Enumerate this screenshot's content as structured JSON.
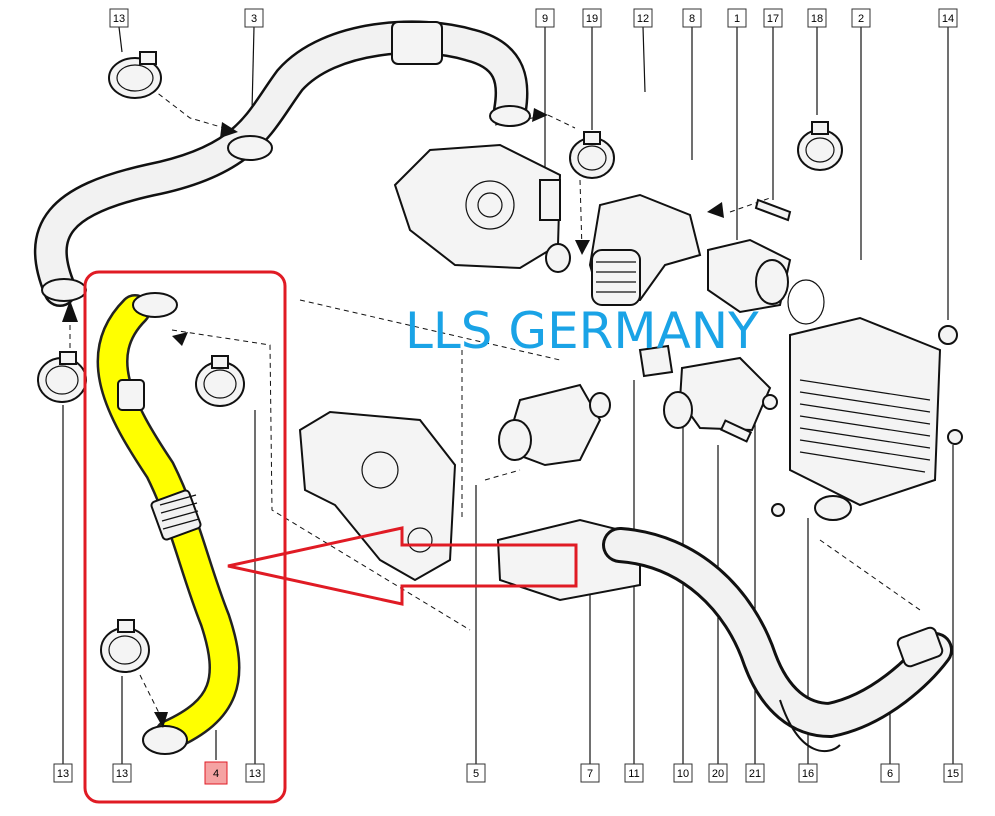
{
  "diagram": {
    "watermark": "LLS GERMANY",
    "highlight_color": "#ffff00",
    "frame_color": "#e01b24",
    "label_color": "#1aa3e6",
    "highlighted_callout": "4",
    "callouts_top": [
      "13",
      "3",
      "9",
      "19",
      "12",
      "8",
      "1",
      "17",
      "18",
      "2",
      "14"
    ],
    "callouts_bottom": [
      "13",
      "13",
      "4",
      "13",
      "5",
      "7",
      "11",
      "10",
      "20",
      "21",
      "16",
      "6",
      "15"
    ]
  }
}
